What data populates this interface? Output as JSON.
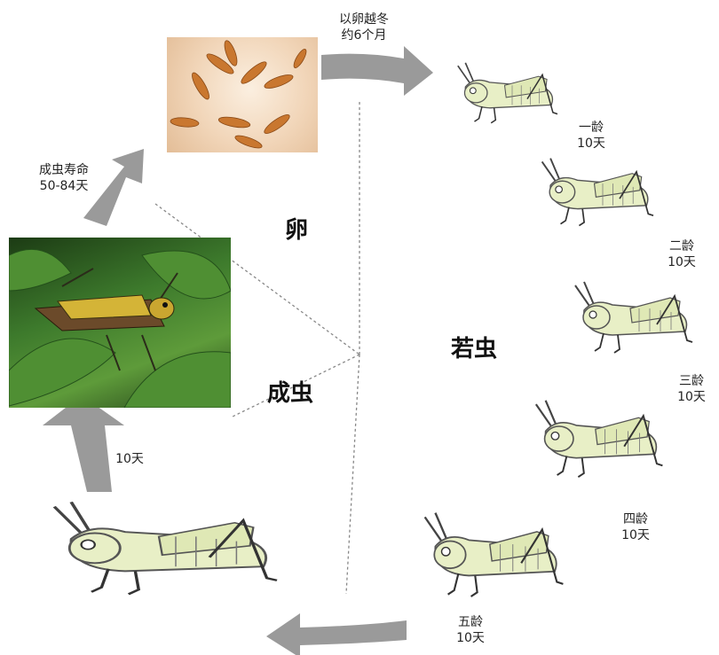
{
  "labels": {
    "egg": "卵",
    "nymph": "若虫",
    "adult": "成虫",
    "overwinter_line1": "以卵越冬",
    "overwinter_line2": "约6个月",
    "adult_life_line1": "成虫寿命",
    "adult_life_line2": "50-84天",
    "to_adult_days": "10天"
  },
  "instars": [
    {
      "name": "一龄",
      "days": "10天"
    },
    {
      "name": "二龄",
      "days": "10天"
    },
    {
      "name": "三龄",
      "days": "10天"
    },
    {
      "name": "四龄",
      "days": "10天"
    },
    {
      "name": "五龄",
      "days": "10天"
    }
  ],
  "colors": {
    "arrow": "#9a9a9a",
    "insect_fill": "#e8efc6",
    "insect_stroke": "#555555",
    "egg": "#c9772f",
    "leaf": "#2f6d2a"
  }
}
